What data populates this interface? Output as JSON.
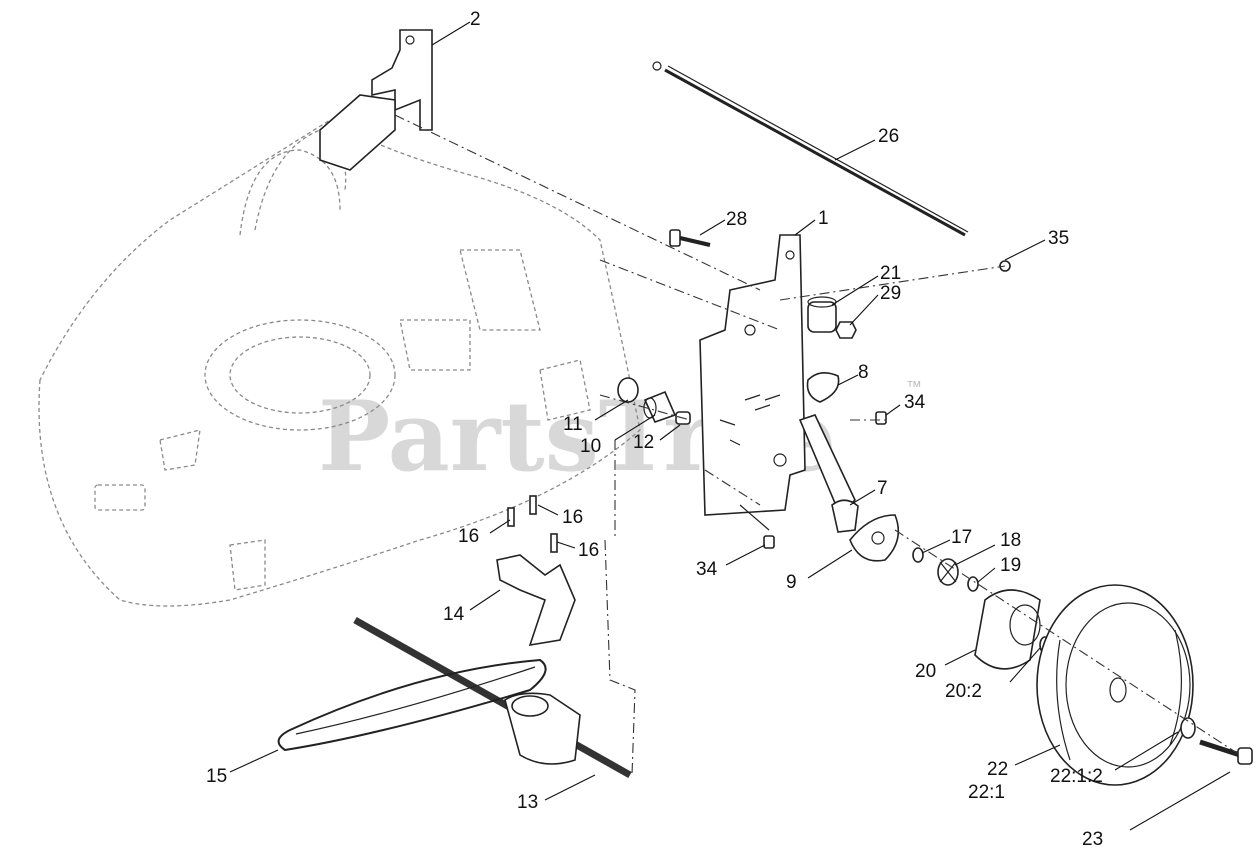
{
  "watermark": {
    "brand": "PartsTree",
    "tm": "™"
  },
  "callouts": [
    {
      "id": "c-2",
      "text": "2"
    },
    {
      "id": "c-26",
      "text": "26"
    },
    {
      "id": "c-28",
      "text": "28"
    },
    {
      "id": "c-1",
      "text": "1"
    },
    {
      "id": "c-35",
      "text": "35"
    },
    {
      "id": "c-21",
      "text": "21"
    },
    {
      "id": "c-29",
      "text": "29"
    },
    {
      "id": "c-8",
      "text": "8"
    },
    {
      "id": "c-34a",
      "text": "34"
    },
    {
      "id": "c-11",
      "text": "11"
    },
    {
      "id": "c-10",
      "text": "10"
    },
    {
      "id": "c-12",
      "text": "12"
    },
    {
      "id": "c-7",
      "text": "7"
    },
    {
      "id": "c-16a",
      "text": "16"
    },
    {
      "id": "c-16b",
      "text": "16"
    },
    {
      "id": "c-16c",
      "text": "16"
    },
    {
      "id": "c-17",
      "text": "17"
    },
    {
      "id": "c-18",
      "text": "18"
    },
    {
      "id": "c-19",
      "text": "19"
    },
    {
      "id": "c-34b",
      "text": "34"
    },
    {
      "id": "c-9",
      "text": "9"
    },
    {
      "id": "c-14",
      "text": "14"
    },
    {
      "id": "c-20",
      "text": "20"
    },
    {
      "id": "c-20-2",
      "text": "20:2"
    },
    {
      "id": "c-15",
      "text": "15"
    },
    {
      "id": "c-22",
      "text": "22"
    },
    {
      "id": "c-22-1",
      "text": "22:1"
    },
    {
      "id": "c-22-1-2",
      "text": "22:1:2"
    },
    {
      "id": "c-13",
      "text": "13"
    },
    {
      "id": "c-23",
      "text": "23"
    }
  ]
}
